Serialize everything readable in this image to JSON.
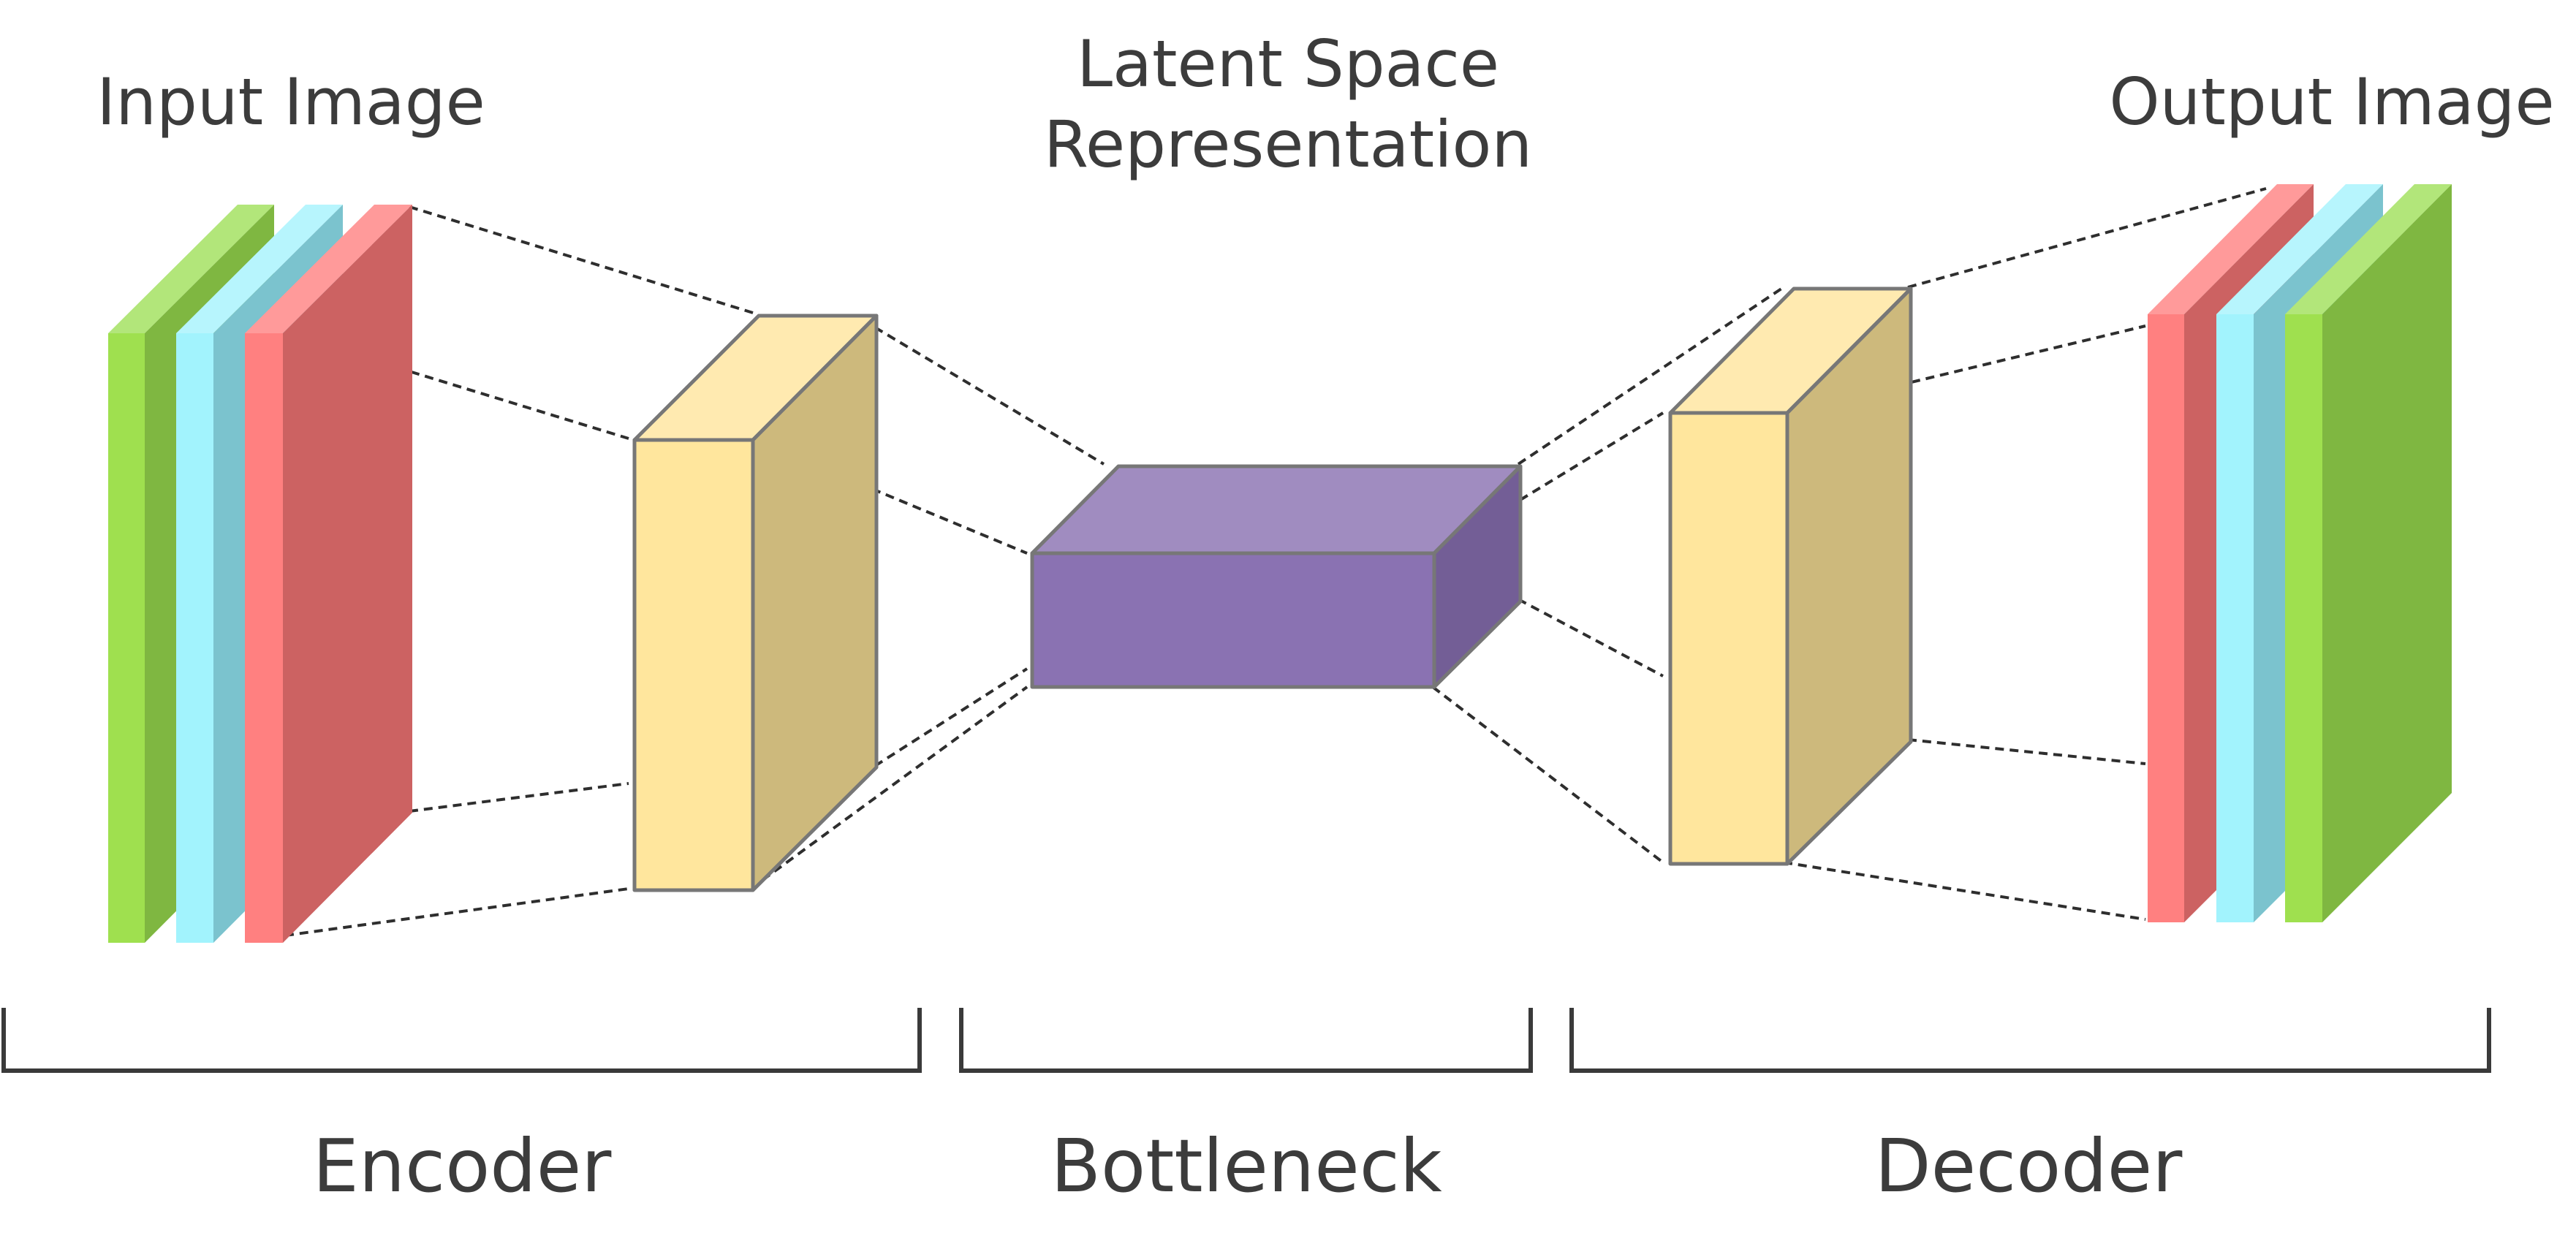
{
  "labels": {
    "input": "Input Image",
    "latent_line1": "Latent Space",
    "latent_line2": "Representation",
    "output": "Output Image",
    "encoder": "Encoder",
    "bottleneck": "Bottleneck",
    "decoder": "Decoder"
  },
  "colors": {
    "green_front": "#9fe04f",
    "green_side": "#7fb741",
    "green_top": "#b2e67a",
    "cyan_front": "#a2f3fd",
    "cyan_side": "#7bc3ce",
    "cyan_top": "#b7f5fd",
    "red_front": "#ff8080",
    "red_side": "#cc6262",
    "red_top": "#ff9a9a",
    "yellow_front": "#ffe69d",
    "yellow_side": "#cdb97c",
    "yellow_top": "#ffeab0",
    "purple_front": "#8a72b2",
    "purple_side": "#735e96",
    "purple_top": "#a08cc0",
    "outline": "#777777",
    "dashed_line": "#2e2e2e",
    "bracket": "#3a3a3a",
    "text": "#3c3c3c"
  }
}
